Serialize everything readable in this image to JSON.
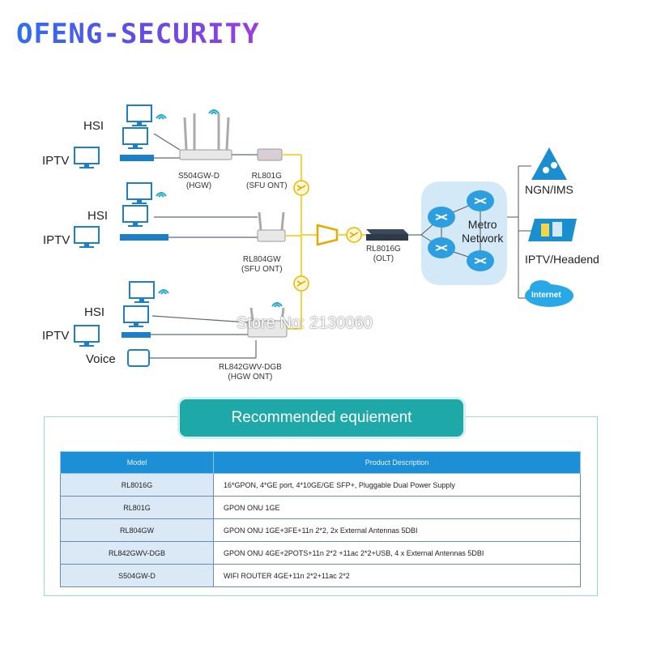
{
  "brand": "OFENG-SECURITY",
  "watermark": "Store No: 2130060",
  "left": {
    "rows": [
      {
        "hsi": "HSI",
        "iptv": "IPTV"
      },
      {
        "hsi": "HSI",
        "iptv": "IPTV"
      },
      {
        "hsi": "HSI",
        "iptv": "IPTV",
        "voice": "Voice"
      }
    ]
  },
  "devices": {
    "s504": {
      "name": "S504GW-D",
      "role": "(HGW)"
    },
    "rl801": {
      "name": "RL801G",
      "role": "(SFU ONT)"
    },
    "rl804": {
      "name": "RL804GW",
      "role": "(SFU ONT)"
    },
    "rl842": {
      "name": "RL842GWV-DGB",
      "role": "(HGW ONT)"
    },
    "olt": {
      "name": "RL8016G",
      "role": "(OLT)"
    }
  },
  "metro": {
    "line1": "Metro",
    "line2": "Network"
  },
  "services": {
    "ngn": "NGN/IMS",
    "iptv": "IPTV/Headend",
    "internet": "Internet"
  },
  "recommend": {
    "title": "Recommended equiement",
    "headers": {
      "model": "Model",
      "desc": "Product Description"
    },
    "rows": [
      {
        "model": "RL8016G",
        "desc": "16*GPON, 4*GE port, 4*10GE/GE SFP+, Pluggable Dual Power Supply"
      },
      {
        "model": "RL801G",
        "desc": "GPON ONU 1GE"
      },
      {
        "model": "RL804GW",
        "desc": "GPON ONU 1GE+3FE+11n 2*2, 2x External Antennas 5DBI"
      },
      {
        "model": "RL842GWV-DGB",
        "desc": "GPON ONU 4GE+2POTS+11n 2*2 +11ac 2*2+USB, 4 x External Antennas 5DBI"
      },
      {
        "model": "S504GW-D",
        "desc": "WIFI ROUTER 4GE+11n 2*2+11ac 2*2"
      }
    ]
  },
  "colors": {
    "fiber": "#f2d64a",
    "accent": "#1fa8a8",
    "header": "#1c8fd6"
  }
}
